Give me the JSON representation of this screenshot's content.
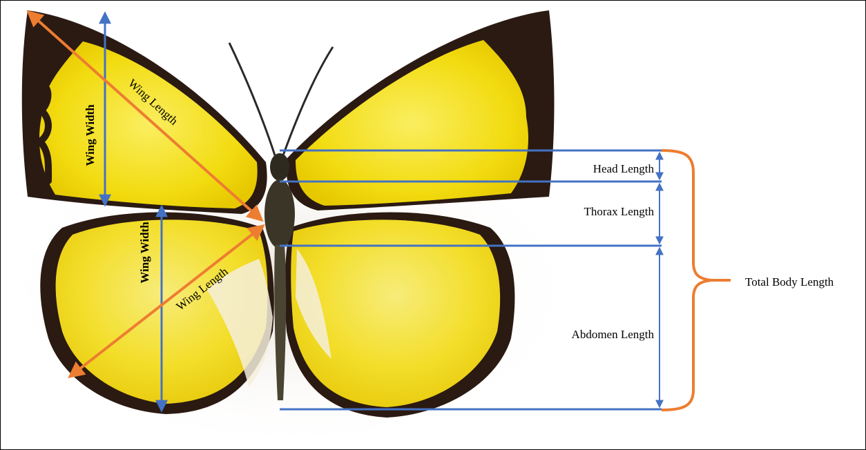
{
  "labels": {
    "upper_wing_width": "Wing Width",
    "upper_wing_length": "Wing Length",
    "lower_wing_width": "Wing Width",
    "lower_wing_length": "Wing Length",
    "head_length": "Head Length",
    "thorax_length": "Thorax Length",
    "abdomen_length": "Abdomen Length",
    "total_body_length": "Total Body Length"
  },
  "colors": {
    "measure_blue": "#4472C4",
    "measure_orange": "#ED7D31",
    "wing_yellow": "#F5E11C",
    "wing_dark": "#2A1A12",
    "background": "#FFFFFF"
  },
  "icons": {
    "subject": "butterfly-illustration"
  }
}
